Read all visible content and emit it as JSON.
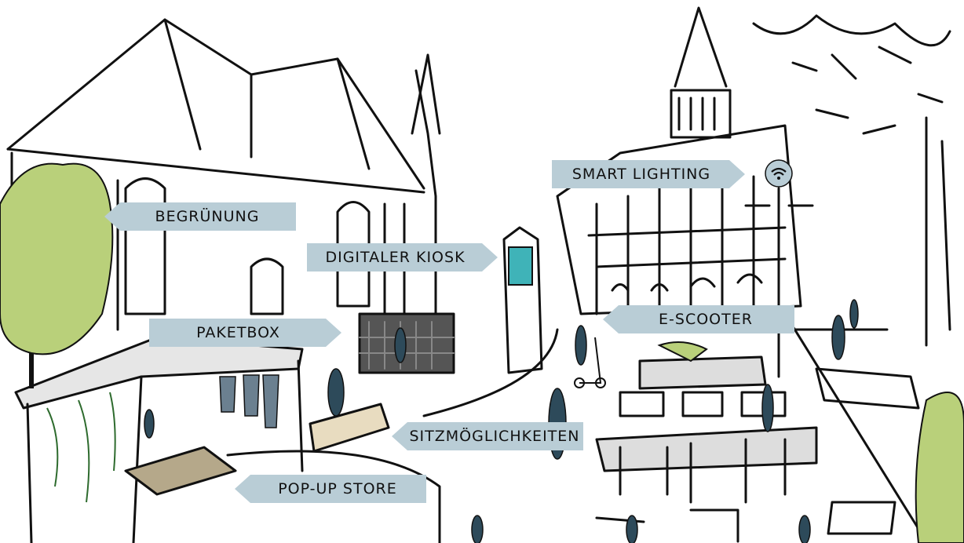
{
  "signs": {
    "smart_lighting": "SMART LIGHTING",
    "begruenung": "BEGRÜNUNG",
    "digitaler_kiosk": "DIGITALER KIOSK",
    "e_scooter": "E-SCOOTER",
    "paketbox": "PAKETBOX",
    "sitzmoeglichkeiten": "SITZMÖGLICHKEITEN",
    "popup_store": "POP-UP STORE"
  },
  "icons": {
    "wifi": "wifi-icon"
  },
  "colors": {
    "sign_fill": "#b9cdd6",
    "greenery": "#b9d07a",
    "kiosk_screen": "#3fb3b8",
    "figure": "#2d4a5a",
    "ink": "#111111"
  }
}
